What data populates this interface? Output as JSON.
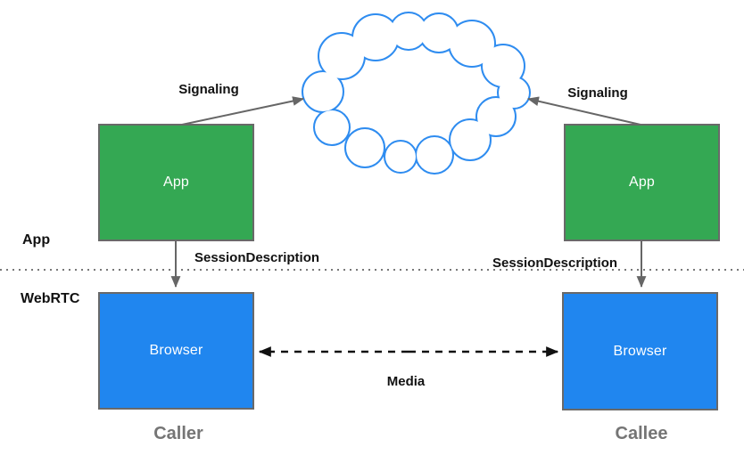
{
  "diagram": {
    "nodes": {
      "app_left": {
        "label": "App"
      },
      "app_right": {
        "label": "App"
      },
      "browser_left": {
        "label": "Browser"
      },
      "browser_right": {
        "label": "Browser"
      }
    },
    "labels": {
      "signaling_left": "Signaling",
      "signaling_right": "Signaling",
      "session_left": "SessionDescription",
      "session_right": "SessionDescription",
      "media": "Media",
      "layer_app": "App",
      "layer_webrtc": "WebRTC",
      "caller": "Caller",
      "callee": "Callee"
    },
    "icons": {
      "cloud": "signaling-network-cloud"
    },
    "colors": {
      "app_box": "#34a853",
      "browser_box": "#2086ef",
      "box_border": "#696969",
      "cloud_stroke": "#2e8cf0",
      "arrow": "#666666",
      "media_arrow": "#111111",
      "divider": "#787878",
      "endpoint_label": "#757575",
      "label_text": "#111111"
    }
  }
}
